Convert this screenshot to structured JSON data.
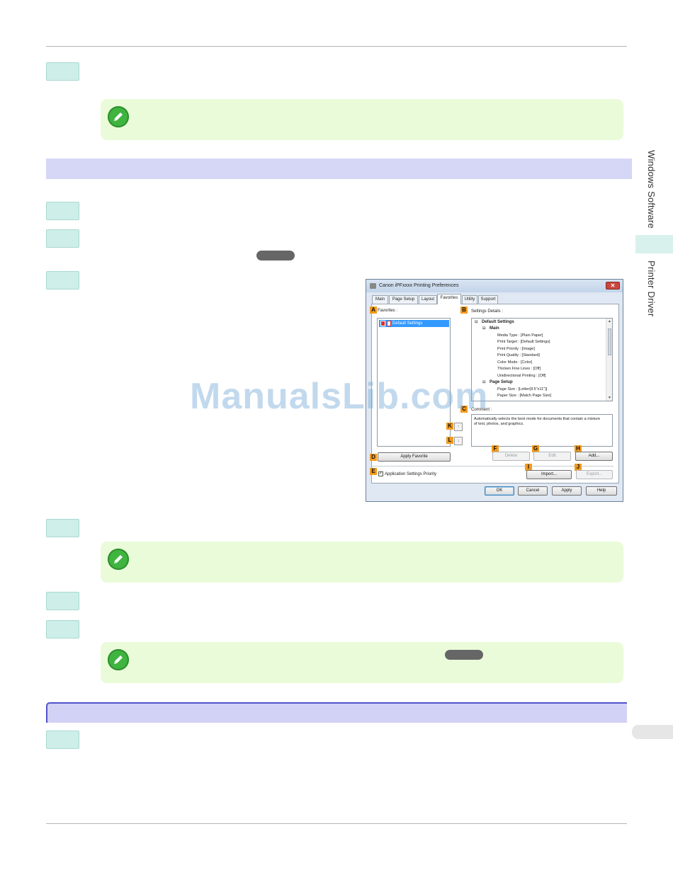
{
  "side_tabs": {
    "windows_software": "Windows Software",
    "printer_driver": "Printer Driver"
  },
  "watermark": "ManualsLib.com",
  "dialog": {
    "title": "Canon iPFxxxx Printing Preferences",
    "close_glyph": "✕",
    "tabs": [
      "Main",
      "Page Setup",
      "Layout",
      "Favorites",
      "Utility",
      "Support"
    ],
    "active_tab": "Favorites",
    "favorites_label": "Favorites :",
    "favorites_item": "Default Settings",
    "settings_details_label": "Settings Details :",
    "tree": {
      "root": "Default Settings",
      "main": "Main",
      "main_items": [
        "Media Type : [Plain Paper]",
        "Print Target : [Default Settings]",
        "Print Priority : [Image]",
        "Print Quality : [Standard]",
        "Color Mode : [Color]",
        "Thicken Fine Lines : [Off]",
        "Unidirectional Printing : [Off]"
      ],
      "page_setup": "Page Setup",
      "page_setup_items": [
        "Page Size : [Letter(8.5\"x11\")]",
        "Paper Size : [Match Page Size]"
      ]
    },
    "comment_label": "Comment :",
    "comment_text": "Automatically selects the best mode for documents that contain a mixture of text, photos, and graphics.",
    "buttons": {
      "apply_favorite": "Apply Favorite",
      "delete": "Delete",
      "edit": "Edit",
      "add": "Add...",
      "import": "Import...",
      "export": "Export...",
      "ok": "OK",
      "cancel": "Cancel",
      "apply": "Apply",
      "help": "Help"
    },
    "app_settings_priority": "Application Settings Priority",
    "checkbox_glyph": "✓",
    "badges": {
      "A": "A",
      "B": "B",
      "C": "C",
      "D": "D",
      "E": "E",
      "F": "F",
      "G": "G",
      "H": "H",
      "I": "I",
      "J": "J",
      "K": "K",
      "L": "L"
    },
    "tree_toggle": "⊟",
    "scroll_up": "▲",
    "scroll_down": "▼"
  },
  "colors": {
    "step_box": "#cdeee9",
    "note_bg": "#eafbd9",
    "section_bar": "#d6d6f7",
    "section_border": "#5252c9",
    "badge": "#f39a1e"
  }
}
